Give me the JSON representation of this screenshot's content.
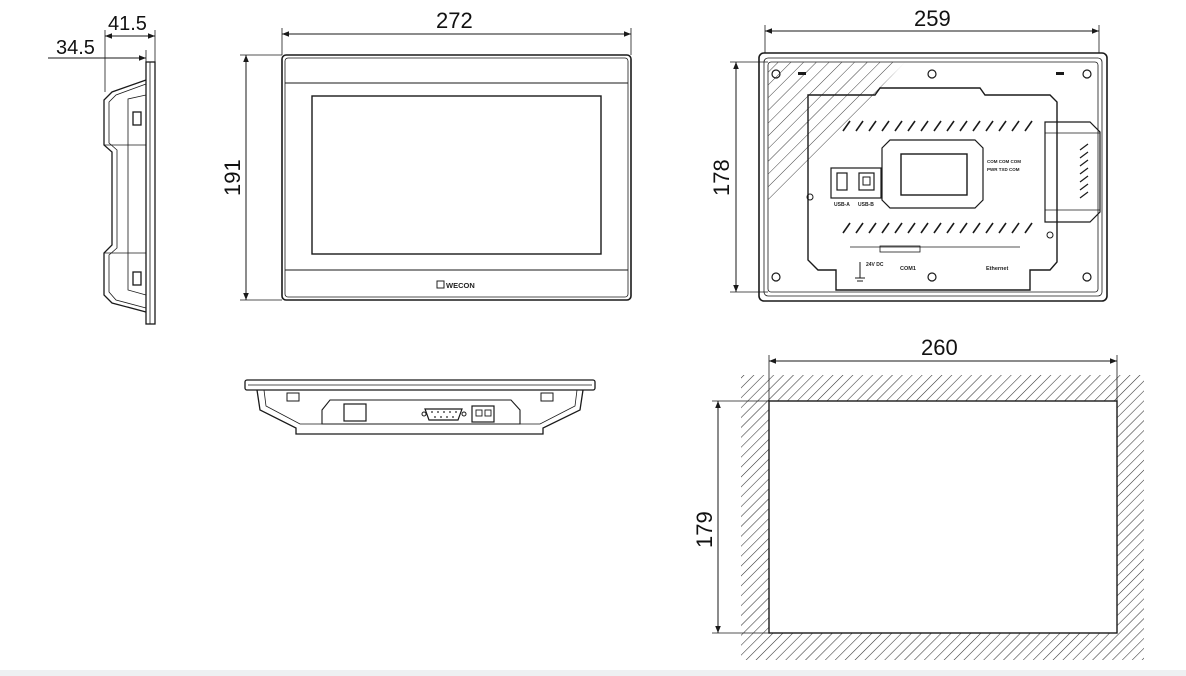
{
  "dimensions": {
    "side_depth_total": "41.5",
    "side_depth_inner": "34.5",
    "front_width": "272",
    "front_height": "191",
    "rear_width": "259",
    "rear_height": "178",
    "cutout_width": "260",
    "cutout_height": "179"
  },
  "labels": {
    "brand": "WECON",
    "usb_a": "USB-A",
    "usb_b": "USB-B",
    "power": "24V DC",
    "com1": "COM1",
    "ethernet": "Ethernet",
    "led_row1": "COM COM COM",
    "led_row2": "PWR TXD COM"
  },
  "colors": {
    "line": "#1a1a1a",
    "hatch": "#333333",
    "background": "#ffffff"
  }
}
